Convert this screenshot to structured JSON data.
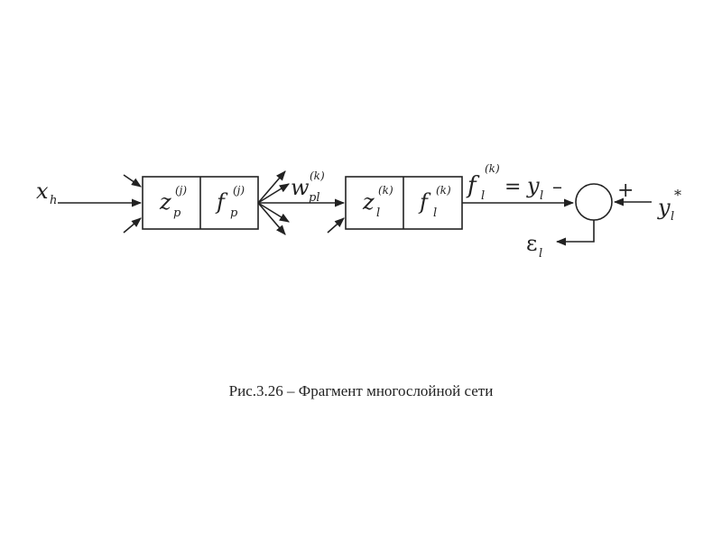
{
  "diagram": {
    "input": {
      "base": "x",
      "sub": "h"
    },
    "block1": {
      "left": {
        "base": "z",
        "sub": "p",
        "sup": "(j)"
      },
      "right": {
        "base": "f",
        "sub": "p",
        "sup": "(j)"
      }
    },
    "weight": {
      "base": "w",
      "sub": "pl",
      "sup": "(k)"
    },
    "block2": {
      "left": {
        "base": "z",
        "sub": "l",
        "sup": "(k)"
      },
      "right": {
        "base": "f",
        "sub": "l",
        "sup": "(k)"
      }
    },
    "output_eq": {
      "lhs_base": "f",
      "lhs_sub": "l",
      "lhs_sup": "(k)",
      "equals": "=",
      "rhs_base": "y",
      "rhs_sub": "l",
      "minus": "–"
    },
    "plus": "+",
    "target": {
      "base": "y",
      "sub": "l",
      "sup": "*"
    },
    "error": {
      "base": "ε",
      "sub": "l"
    }
  },
  "caption": "Рис.3.26 – Фрагмент многослойной сети"
}
